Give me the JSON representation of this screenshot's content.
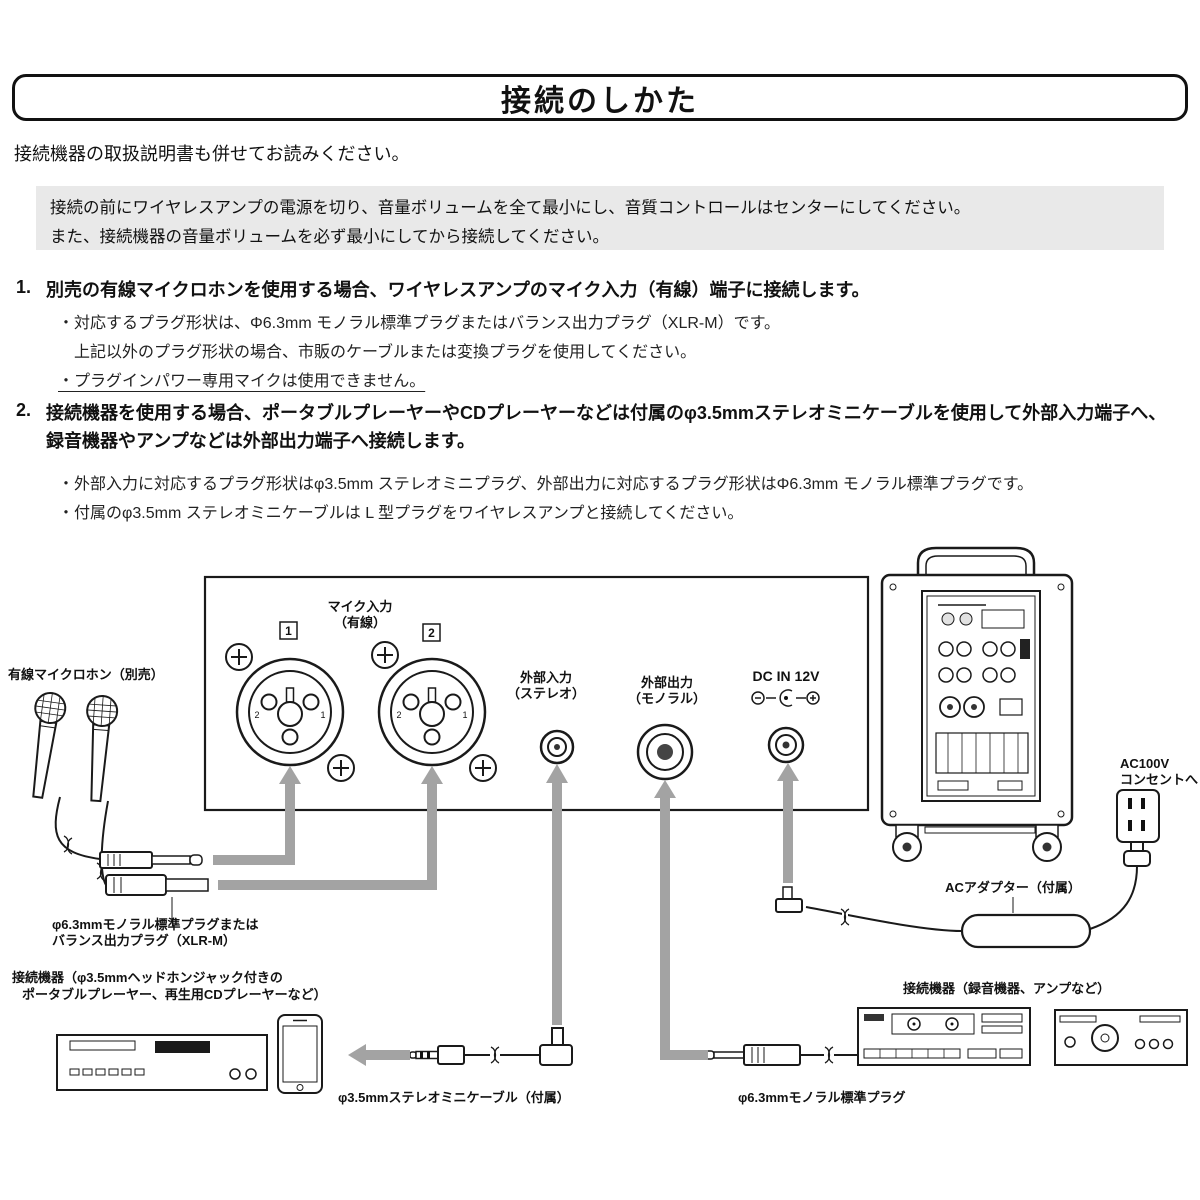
{
  "page": {
    "title": "接続のしかた",
    "intro": "接続機器の取扱説明書も併せてお読みください。",
    "warning_line1": "接続の前にワイヤレスアンプの電源を切り、音量ボリュームを全て最小にし、音質コントロールはセンターにしてください。",
    "warning_line2": "また、接続機器の音量ボリュームを必ず最小にしてから接続してください。",
    "step1": {
      "num": "1.",
      "text": "別売の有線マイクロホンを使用する場合、ワイヤレスアンプのマイク入力（有線）端子に接続します。",
      "note1": "・対応するプラグ形状は、Φ6.3mm モノラル標準プラグまたはバランス出力プラグ（XLR-M）です。",
      "note2": "上記以外のプラグ形状の場合、市販のケーブルまたは変換プラグを使用してください。",
      "note3": "・プラグインパワー専用マイクは使用できません。"
    },
    "step2": {
      "num": "2.",
      "text": "接続機器を使用する場合、ポータブルプレーヤーやCDプレーヤーなどは付属のφ3.5mmステレオミニケーブルを使用して外部入力端子へ、録音機器やアンプなどは外部出力端子へ接続します。",
      "note1": "・外部入力に対応するプラグ形状はφ3.5mm ステレオミニプラグ、外部出力に対応するプラグ形状はΦ6.3mm モノラル標準プラグです。",
      "note2": "・付属のφ3.5mm ステレオミニケーブルは L 型プラグをワイヤレスアンプと接続してください。"
    }
  },
  "diagram": {
    "mic_input_label": "マイク入力",
    "mic_input_sub": "（有線）",
    "jack1_num": "1",
    "jack2_num": "2",
    "pin_left": "2",
    "pin_right": "1",
    "wired_mic_label": "有線マイクロホン（別売）",
    "ext_input_label": "外部入力",
    "ext_input_sub": "（ステレオ）",
    "ext_output_label": "外部出力",
    "ext_output_sub": "（モノラル）",
    "dc_in_label": "DC IN 12V",
    "ac_outlet_label1": "AC100V",
    "ac_outlet_label2": "コンセントへ",
    "ac_adapter_label": "ACアダプター（付属）",
    "mic_plug_label1": "φ6.3mmモノラル標準プラグまたは",
    "mic_plug_label2": "バランス出力プラグ（XLR-M）",
    "left_device_label1": "接続機器（φ3.5mmヘッドホンジャック付きの",
    "left_device_label2": "ポータブルプレーヤー、再生用CDプレーヤーなど）",
    "mini_cable_label": "φ3.5mmステレオミニケーブル（付属）",
    "mono_plug_label": "φ6.3mmモノラル標準プラグ",
    "right_device_label": "接続機器（録音機器、アンプなど）",
    "colors": {
      "arrow": "#a3a3a3",
      "warning_bg": "#e9e9e9"
    }
  }
}
